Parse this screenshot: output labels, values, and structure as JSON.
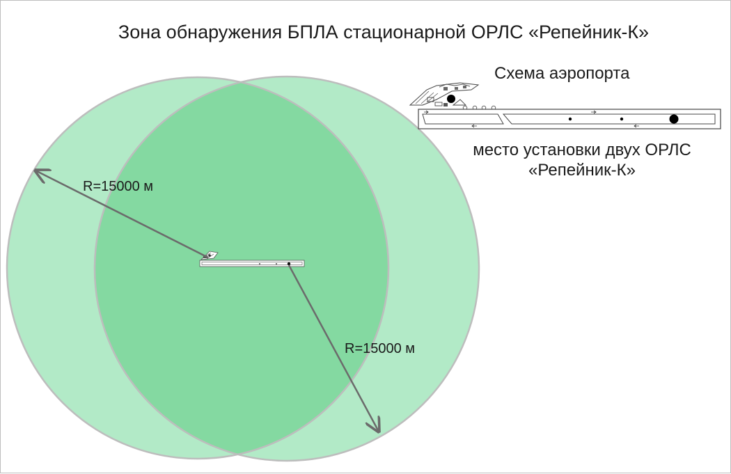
{
  "title": "Зона обнаружения БПЛА стационарной ОРЛС «Репейник-К»",
  "airport_scheme": {
    "title": "Схема аэропорта",
    "install_label": "место установки двух ОРЛС «Репейник-К»"
  },
  "zones": {
    "radius_label_left": "R=15000 м",
    "radius_label_right": "R=15000 м",
    "fill_color": "#b2eac7",
    "overlap_color": "#84d9a1",
    "stroke_color": "#bdbdbd",
    "arrow_color": "#6b6b6b"
  }
}
